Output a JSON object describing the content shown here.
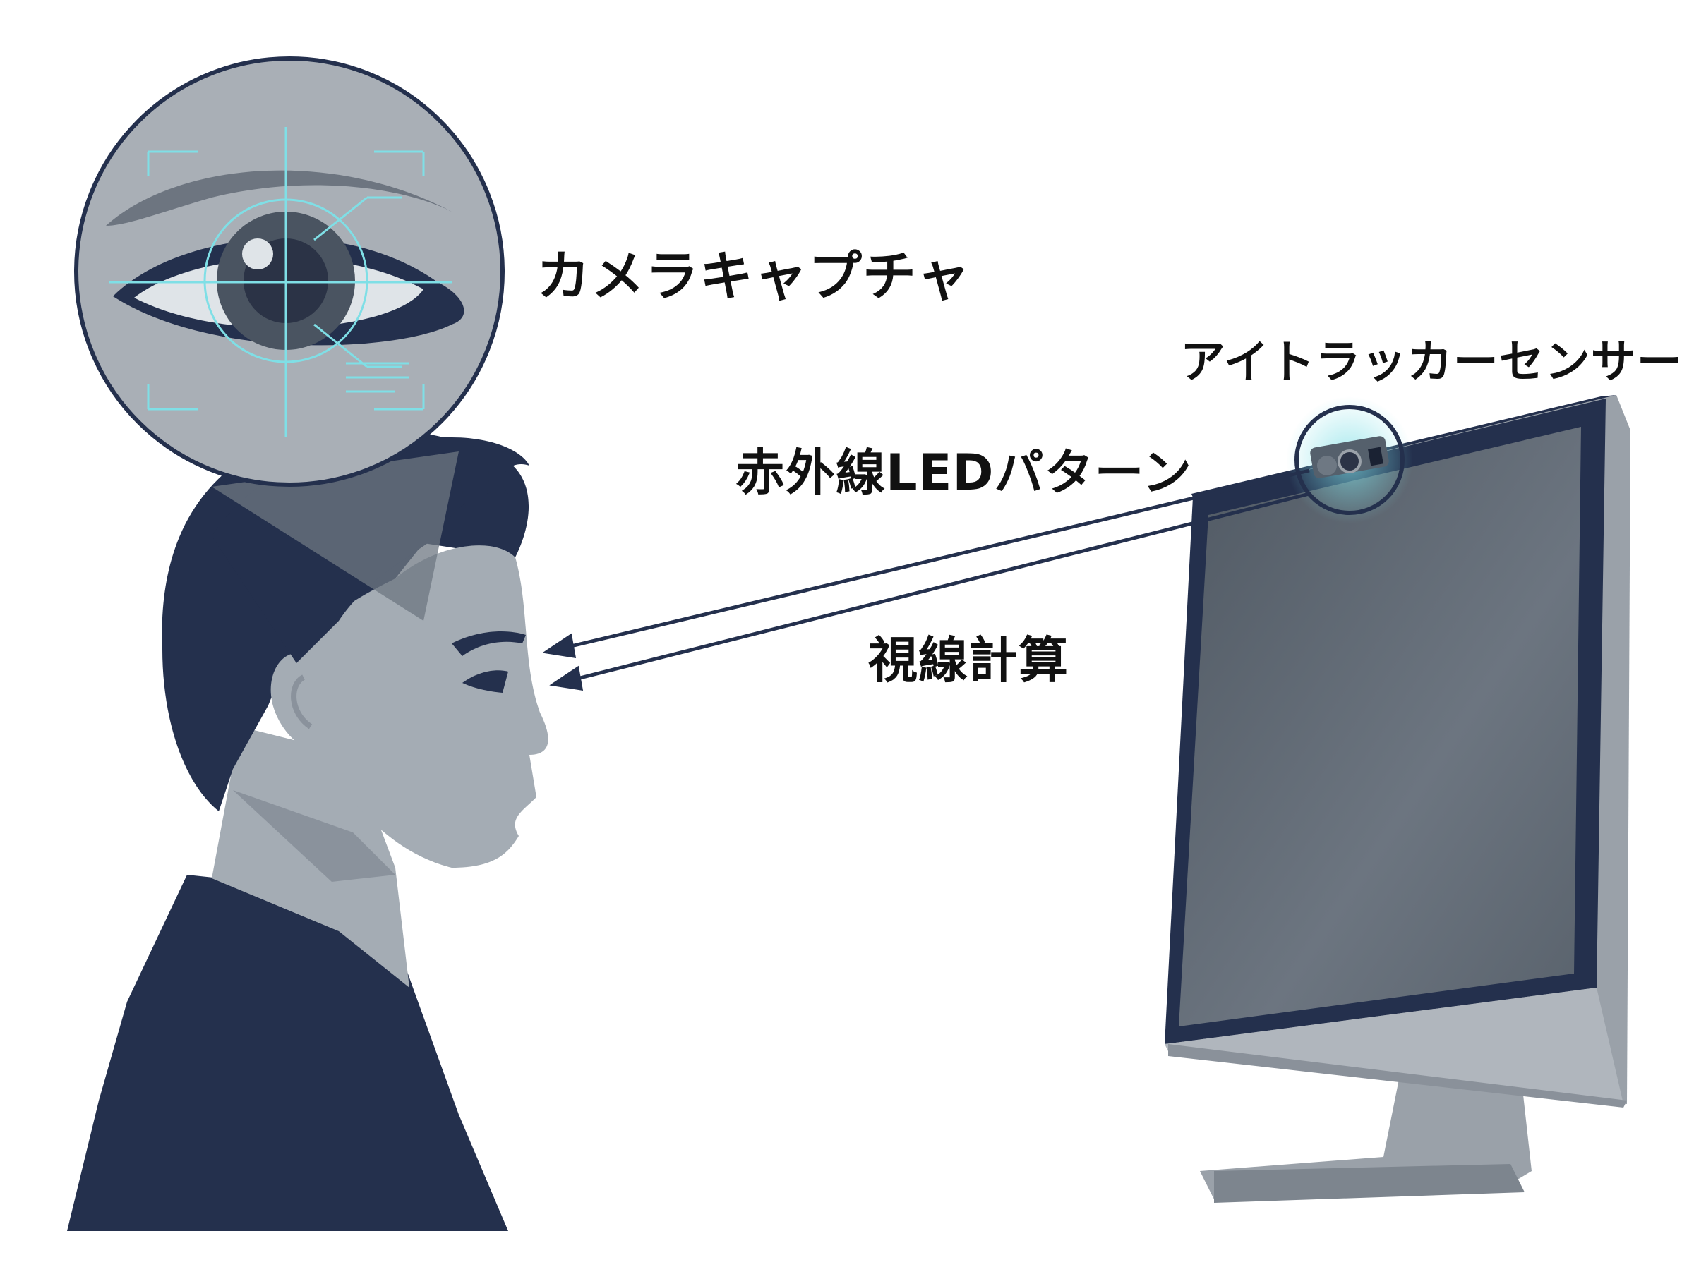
{
  "labels": {
    "camera_capture": "カメラキャプチャ",
    "eye_tracker_sensor": "アイトラッカーセンサー",
    "ir_led_pattern": "赤外線LEDパターン",
    "gaze_calculation": "視線計算"
  },
  "colors": {
    "navy": "#24304d",
    "skin": "#a4acb4",
    "skin_shadow": "#8a929c",
    "monitor_frame": "#9aa1a9",
    "screen": "#5c6570",
    "accent_cyan": "#7fdfe6",
    "lens_bg": "#a9afb6"
  },
  "icons": {
    "person": "person-silhouette-icon",
    "monitor": "monitor-icon",
    "sensor": "eye-tracker-sensor-icon",
    "eye": "eye-closeup-icon"
  }
}
